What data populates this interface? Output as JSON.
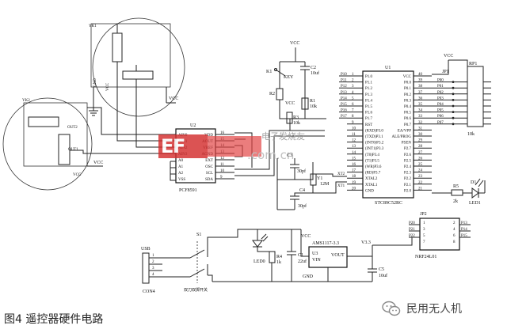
{
  "caption": "图4   遥控器硬件电路",
  "watermark_brand": "民用无人机",
  "overlay_watermark": "电子发烧友",
  "overlay_url": ".com.cn",
  "labels": {
    "vcc": "VCC",
    "gnd": "GND",
    "yk1": "YK1",
    "yk2": "YK2",
    "out1": "OUT1",
    "out2": "OUT2",
    "u1": "U1",
    "u2": "U2",
    "u3": "U3",
    "u1_part": "STC89C52RC",
    "u2_part": "PCF8591",
    "u3_part": "AMS1117-3.3",
    "jp1": "JP1",
    "jp2": "JP2",
    "jp2_part": "NRF24L01",
    "rp1": "RP1",
    "rp1_val": "10k",
    "k1": "K1",
    "key": "KEY",
    "c1": "C1",
    "c1_val": "22uf",
    "c2": "C2",
    "c2_val": "10uf",
    "c3": "C3",
    "c3_val": "30pf",
    "c4": "C4",
    "c4_val": "30pf",
    "c5": "C5",
    "c5_val": "10uf",
    "r1": "R1",
    "r1_val": "10k",
    "r2": "R2",
    "r3": "R3",
    "r3_val": "10k",
    "r4": "R4",
    "r4_val": "1k",
    "r5": "R5",
    "r5_val": "2k",
    "y1": "Y1",
    "y1_val": "12M",
    "s1": "S1",
    "s1_desc": "双刀双掷开关",
    "usb": "USB",
    "con4": "CON4",
    "led0": "LED0",
    "d1": "D1",
    "led1": "LED1",
    "v33": "V3.3",
    "vin": "VIN",
    "vout": "VOUT",
    "xt1": "XT1",
    "xt2": "XT2"
  },
  "u2_pins_left": [
    "AIN0",
    "AIN1",
    "AIN2",
    "AIN3",
    "A0",
    "A1",
    "A2",
    "VSS"
  ],
  "u2_pins_right": [
    "VDD",
    "AOUT",
    "VREF",
    "AGND",
    "EXT",
    "OSC",
    "SCL",
    "SDA"
  ],
  "u2_pin_nums_right": [
    "16",
    "15",
    "14",
    "13",
    "12",
    "11",
    "10",
    "9"
  ],
  "u1_pins_left": [
    "P1.0",
    "P1.1",
    "P1.2",
    "P1.3",
    "P1.4",
    "P1.5",
    "P1.6",
    "P1.7",
    "RST",
    "(RXD)P3.0",
    "(TXD)P3.1",
    "(INT0)P3.2",
    "(INT1)P3.3",
    "(T0)P3.4",
    "(T1)P3.5",
    "(WR)P3.6",
    "(RD)P3.7",
    "XTAL2",
    "XTAL1",
    "GND"
  ],
  "u1_pins_right": [
    "VCC",
    "P0.0",
    "P0.1",
    "P0.2",
    "P0.3",
    "P0.4",
    "P0.5",
    "P0.6",
    "P0.7",
    "EA/VPP",
    "ALE/PROG",
    "PSEN",
    "P2.7",
    "P2.6",
    "P2.5",
    "P2.4",
    "P2.3",
    "P2.2",
    "P2.1",
    "P2.0"
  ],
  "u1_pin_nums_left": [
    "1",
    "2",
    "3",
    "4",
    "5",
    "6",
    "7",
    "8",
    "9",
    "10",
    "11",
    "12",
    "13",
    "14",
    "15",
    "16",
    "17",
    "18",
    "19",
    "20"
  ],
  "u1_pin_nums_right": [
    "40",
    "39",
    "38",
    "37",
    "36",
    "35",
    "34",
    "33",
    "32",
    "31",
    "30",
    "29",
    "28",
    "27",
    "26",
    "25",
    "24",
    "23",
    "22",
    "21"
  ],
  "jp2_pins_left": [
    "P20",
    "P21",
    "P22"
  ],
  "jp2_pins_right": [
    "P13",
    "P14",
    "P15"
  ],
  "jp2_pin_nums": [
    "1",
    "2",
    "3",
    "4",
    "5",
    "6",
    "7",
    "8"
  ]
}
